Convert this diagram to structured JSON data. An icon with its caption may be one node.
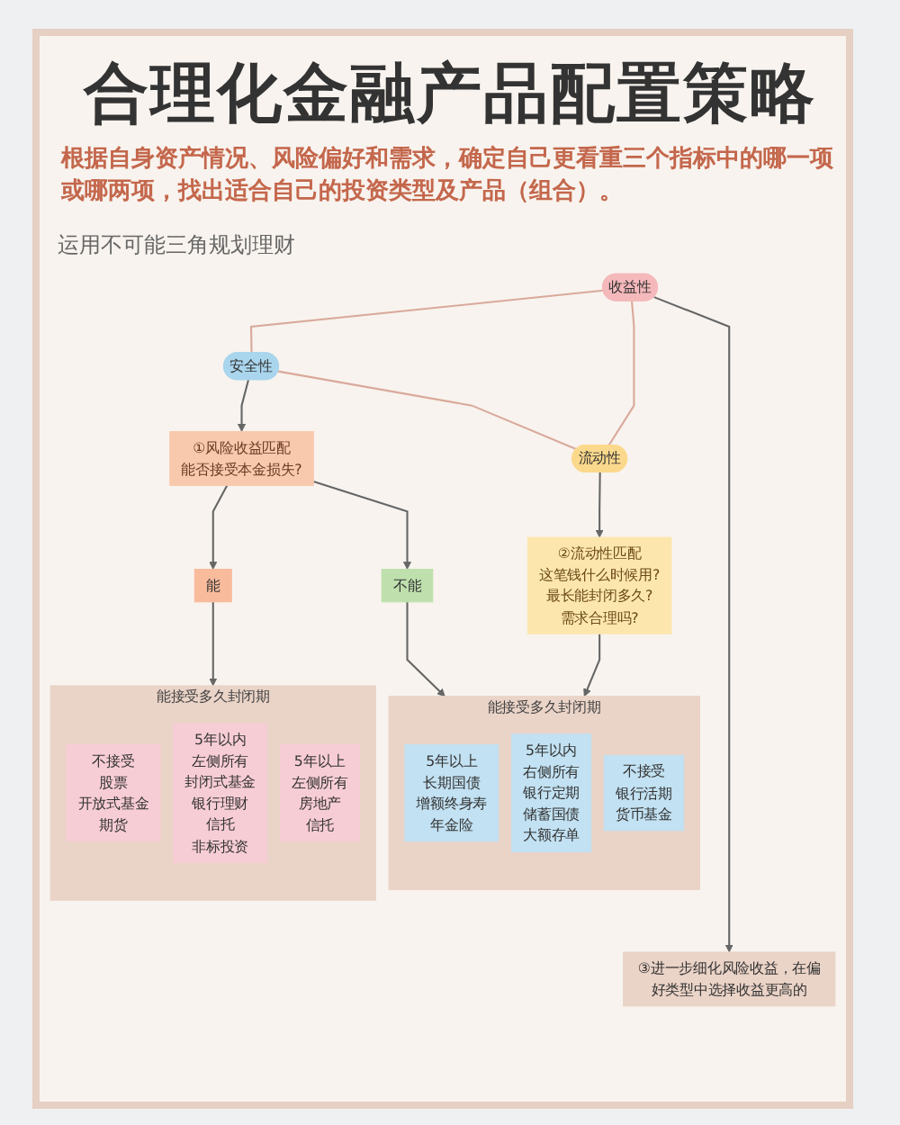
{
  "diagram": {
    "title": "合理化金融产品配置策略",
    "nodes": [
      {
        "text": [
          "收益性"
        ]
      },
      {
        "text": [
          "安全性"
        ]
      },
      {
        "text": [
          "流动性"
        ]
      },
      {
        "text": [
          "①风险收益匹配",
          "能否接受本金损失?"
        ]
      },
      {
        "text": [
          "②流动性匹配",
          "这笔钱什么时候用?",
          "最长能封闭多久?",
          "需求合理吗?"
        ]
      },
      {
        "text": [
          "能"
        ]
      },
      {
        "text": [
          "不能"
        ]
      },
      {
        "text": [
          "能接受多久封闭期"
        ]
      },
      {
        "text": [
          "不接受",
          "股票",
          "开放式基金",
          "期货"
        ],
        "in": 7
      },
      {
        "text": [
          "5年以内",
          "左侧所有",
          "封闭式基金",
          "银行理财",
          "信托",
          "非标投资"
        ],
        "in": 7
      },
      {
        "text": [
          "5年以上",
          "左侧所有",
          "房地产",
          "信托"
        ],
        "in": 7
      },
      {
        "text": [
          "能接受多久封闭期"
        ]
      },
      {
        "text": [
          "5年以上",
          "长期国债",
          "增额终身寿",
          "年金险"
        ],
        "in": 11
      },
      {
        "text": [
          "5年以内",
          "右侧所有",
          "银行定期",
          "储蓄国债",
          "大额存单"
        ],
        "in": 11
      },
      {
        "text": [
          "不接受",
          "银行活期",
          "货币基金"
        ],
        "in": 11
      },
      {
        "text": [
          "③进一步细化风险收益，在偏好类型中选择收益更高的"
        ]
      }
    ],
    "edges": [
      {
        "from": 0,
        "to": 1,
        "arrow": "none",
        "color": "#d9a99b"
      },
      {
        "from": 1,
        "to": 3,
        "arrow": "to"
      },
      {
        "from": 0,
        "to": 2,
        "arrow": "none",
        "color": "#d9a99b"
      },
      {
        "from": 1,
        "to": 2,
        "arrow": "none",
        "color": "#d9a99b"
      },
      {
        "from": 2,
        "to": 4,
        "arrow": "to"
      },
      {
        "from": 3,
        "to": 5,
        "arrow": "to"
      },
      {
        "from": 3,
        "to": 6,
        "arrow": "to"
      },
      {
        "from": 5,
        "to": 7,
        "arrow": "to"
      },
      {
        "from": 6,
        "to": 11,
        "arrow": "to"
      },
      {
        "from": 4,
        "to": 11,
        "arrow": "to"
      },
      {
        "from": 0,
        "to": 15,
        "arrow": "to"
      }
    ],
    "labels": [
      "根据自身资产情况、风险偏好和需求，确定自己更看重三个指标中的哪一项或哪两项，找出适合自己的投资类型及产品（组合）。",
      "运用不可能三角规划理财"
    ]
  }
}
